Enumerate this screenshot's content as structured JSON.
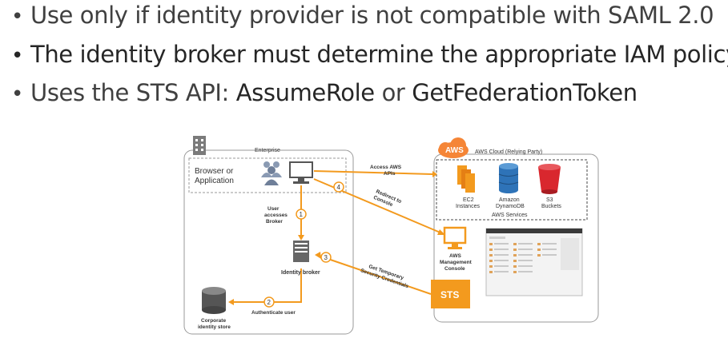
{
  "bullets": [
    {
      "text": "Use only if identity provider is not compatible with SAML 2.0"
    },
    {
      "text": "The identity broker must determine the appropriate IAM policy"
    },
    {
      "prefix": "Uses the STS API: ",
      "api1": "AssumeRole",
      "connector": " or ",
      "api2": "GetFederationToken"
    }
  ],
  "diagram": {
    "enterprise_label": "Enterprise",
    "aws_cloud_label": "AWS Cloud (Relying Party)",
    "aws_logo_text": "AWS",
    "browser_label_1": "Browser or",
    "browser_label_2": "Application",
    "user_accesses_1": "User",
    "user_accesses_2": "accesses",
    "user_accesses_3": "Broker",
    "identity_broker": "Identity broker",
    "authenticate_user": "Authenticate user",
    "corporate_store_1": "Corporate",
    "corporate_store_2": "identity store",
    "access_apis_1": "Access AWS",
    "access_apis_2": "APIs",
    "redirect_1": "Redirect to",
    "redirect_2": "Console",
    "get_temp_1": "Get Temporary",
    "get_temp_2": "Security Credentials",
    "aws_services": "AWS Services",
    "ec2_1": "EC2",
    "ec2_2": "Instances",
    "dynamo_1": "Amazon",
    "dynamo_2": "DynamoDB",
    "s3_1": "S3",
    "s3_2": "Buckets",
    "console_1": "AWS",
    "console_2": "Management",
    "console_3": "Console",
    "sts": "STS",
    "step_1": "1",
    "step_2": "2",
    "step_3": "3",
    "step_4": "4",
    "colors": {
      "orange": "#F39A1E",
      "aws_orange": "#F58536",
      "blue": "#2E73B8",
      "red": "#D9272E",
      "gray": "#7F7F7F"
    }
  }
}
